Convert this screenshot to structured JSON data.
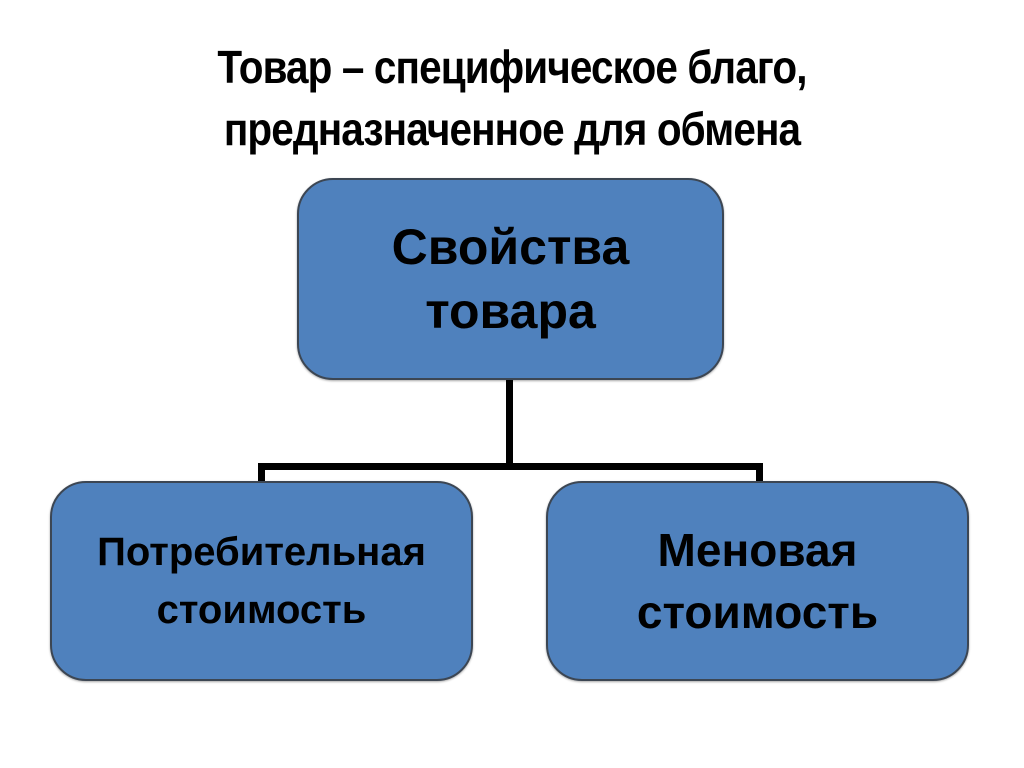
{
  "slide": {
    "title_line1": "Товар – специфическое благо,",
    "title_line2": "предназначенное для обмена"
  },
  "nodes": {
    "root": {
      "line1": "Свойства",
      "line2": "товара"
    },
    "left": {
      "line1": "Потребительная",
      "line2": "стоимость"
    },
    "right": {
      "line1": "Меновая",
      "line2": "стоимость"
    }
  },
  "colors": {
    "background": "#ffffff",
    "box_fill": "#4f81bd",
    "box_border": "#3c4653",
    "connector": "#000000",
    "title_text": "#000000",
    "node_text": "#000000"
  }
}
